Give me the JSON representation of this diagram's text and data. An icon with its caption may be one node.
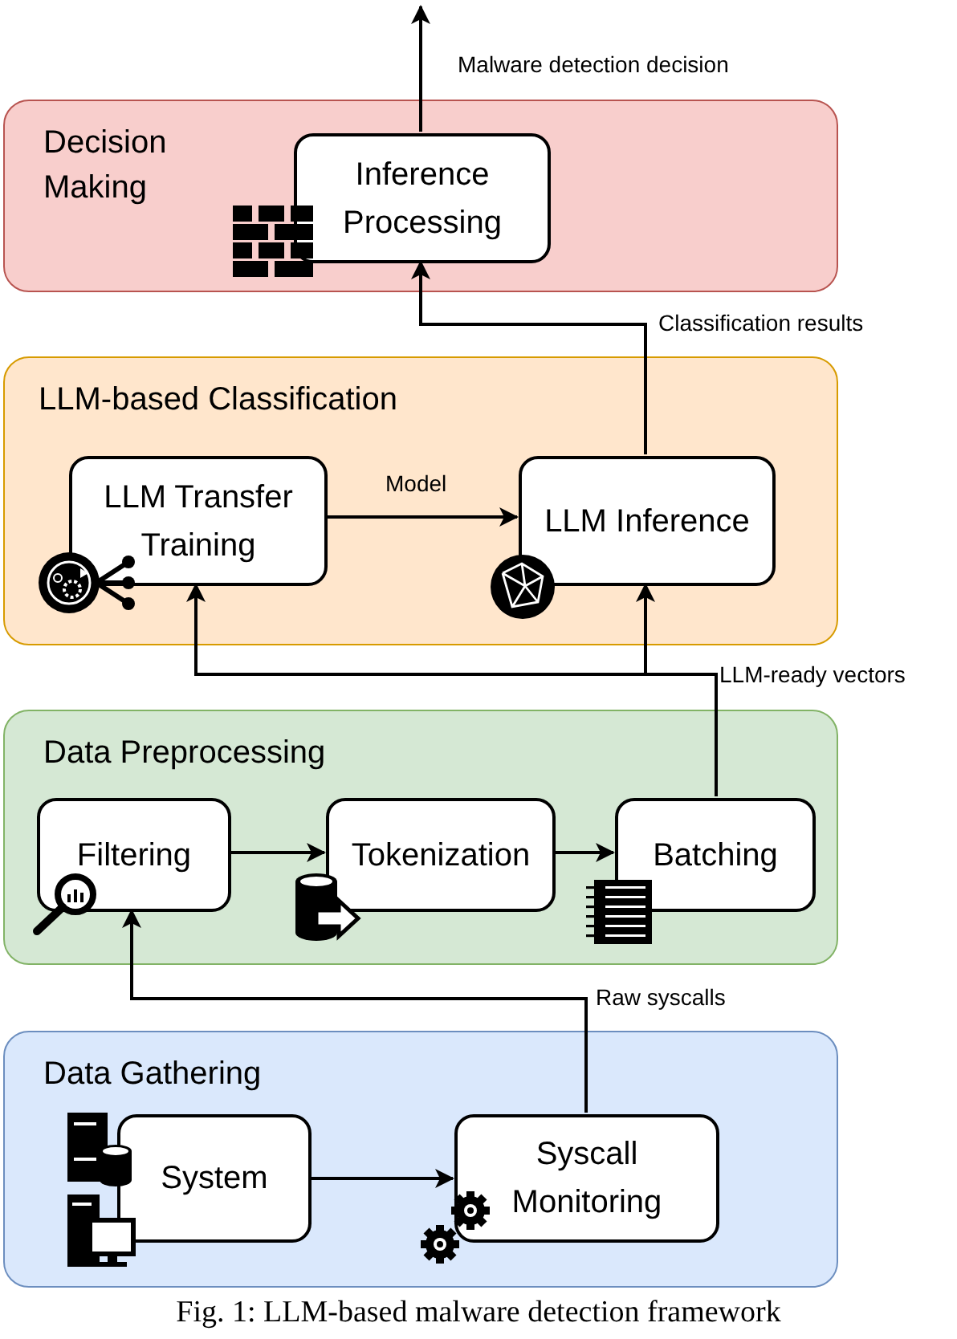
{
  "diagram": {
    "caption": "Fig. 1: LLM-based malware detection framework",
    "nodes": [
      {
        "text": [
          "Decision Making"
        ]
      },
      {
        "text": [
          "Inference Processing"
        ],
        "in": 0
      },
      {
        "text": [
          "LLM-based Classification"
        ]
      },
      {
        "text": [
          "LLM Transfer Training"
        ],
        "in": 2
      },
      {
        "text": [
          "LLM Inference"
        ],
        "in": 2
      },
      {
        "text": [
          "Data Preprocessing"
        ]
      },
      {
        "text": [
          "Filtering"
        ],
        "in": 5
      },
      {
        "text": [
          "Tokenization"
        ],
        "in": 5
      },
      {
        "text": [
          "Batching"
        ],
        "in": 5
      },
      {
        "text": [
          "Data Gathering"
        ]
      },
      {
        "text": [
          "System"
        ],
        "in": 9
      },
      {
        "text": [
          "Syscall Monitoring"
        ],
        "in": 9
      }
    ],
    "edges": [
      {
        "from": 1,
        "to": null,
        "arrow": "to",
        "label": "Malware detection decision"
      },
      {
        "from": 4,
        "to": 1,
        "arrow": "to",
        "label": "Classification results"
      },
      {
        "from": 3,
        "to": 4,
        "arrow": "to",
        "label": "Model"
      },
      {
        "from": 8,
        "to": 3,
        "arrow": "to"
      },
      {
        "from": 8,
        "to": 4,
        "arrow": "to",
        "label": "LLM-ready vectors"
      },
      {
        "from": 6,
        "to": 7,
        "arrow": "to"
      },
      {
        "from": 7,
        "to": 8,
        "arrow": "to"
      },
      {
        "from": 11,
        "to": 6,
        "arrow": "to",
        "label": "Raw syscalls"
      },
      {
        "from": 10,
        "to": 11,
        "arrow": "to"
      }
    ]
  }
}
